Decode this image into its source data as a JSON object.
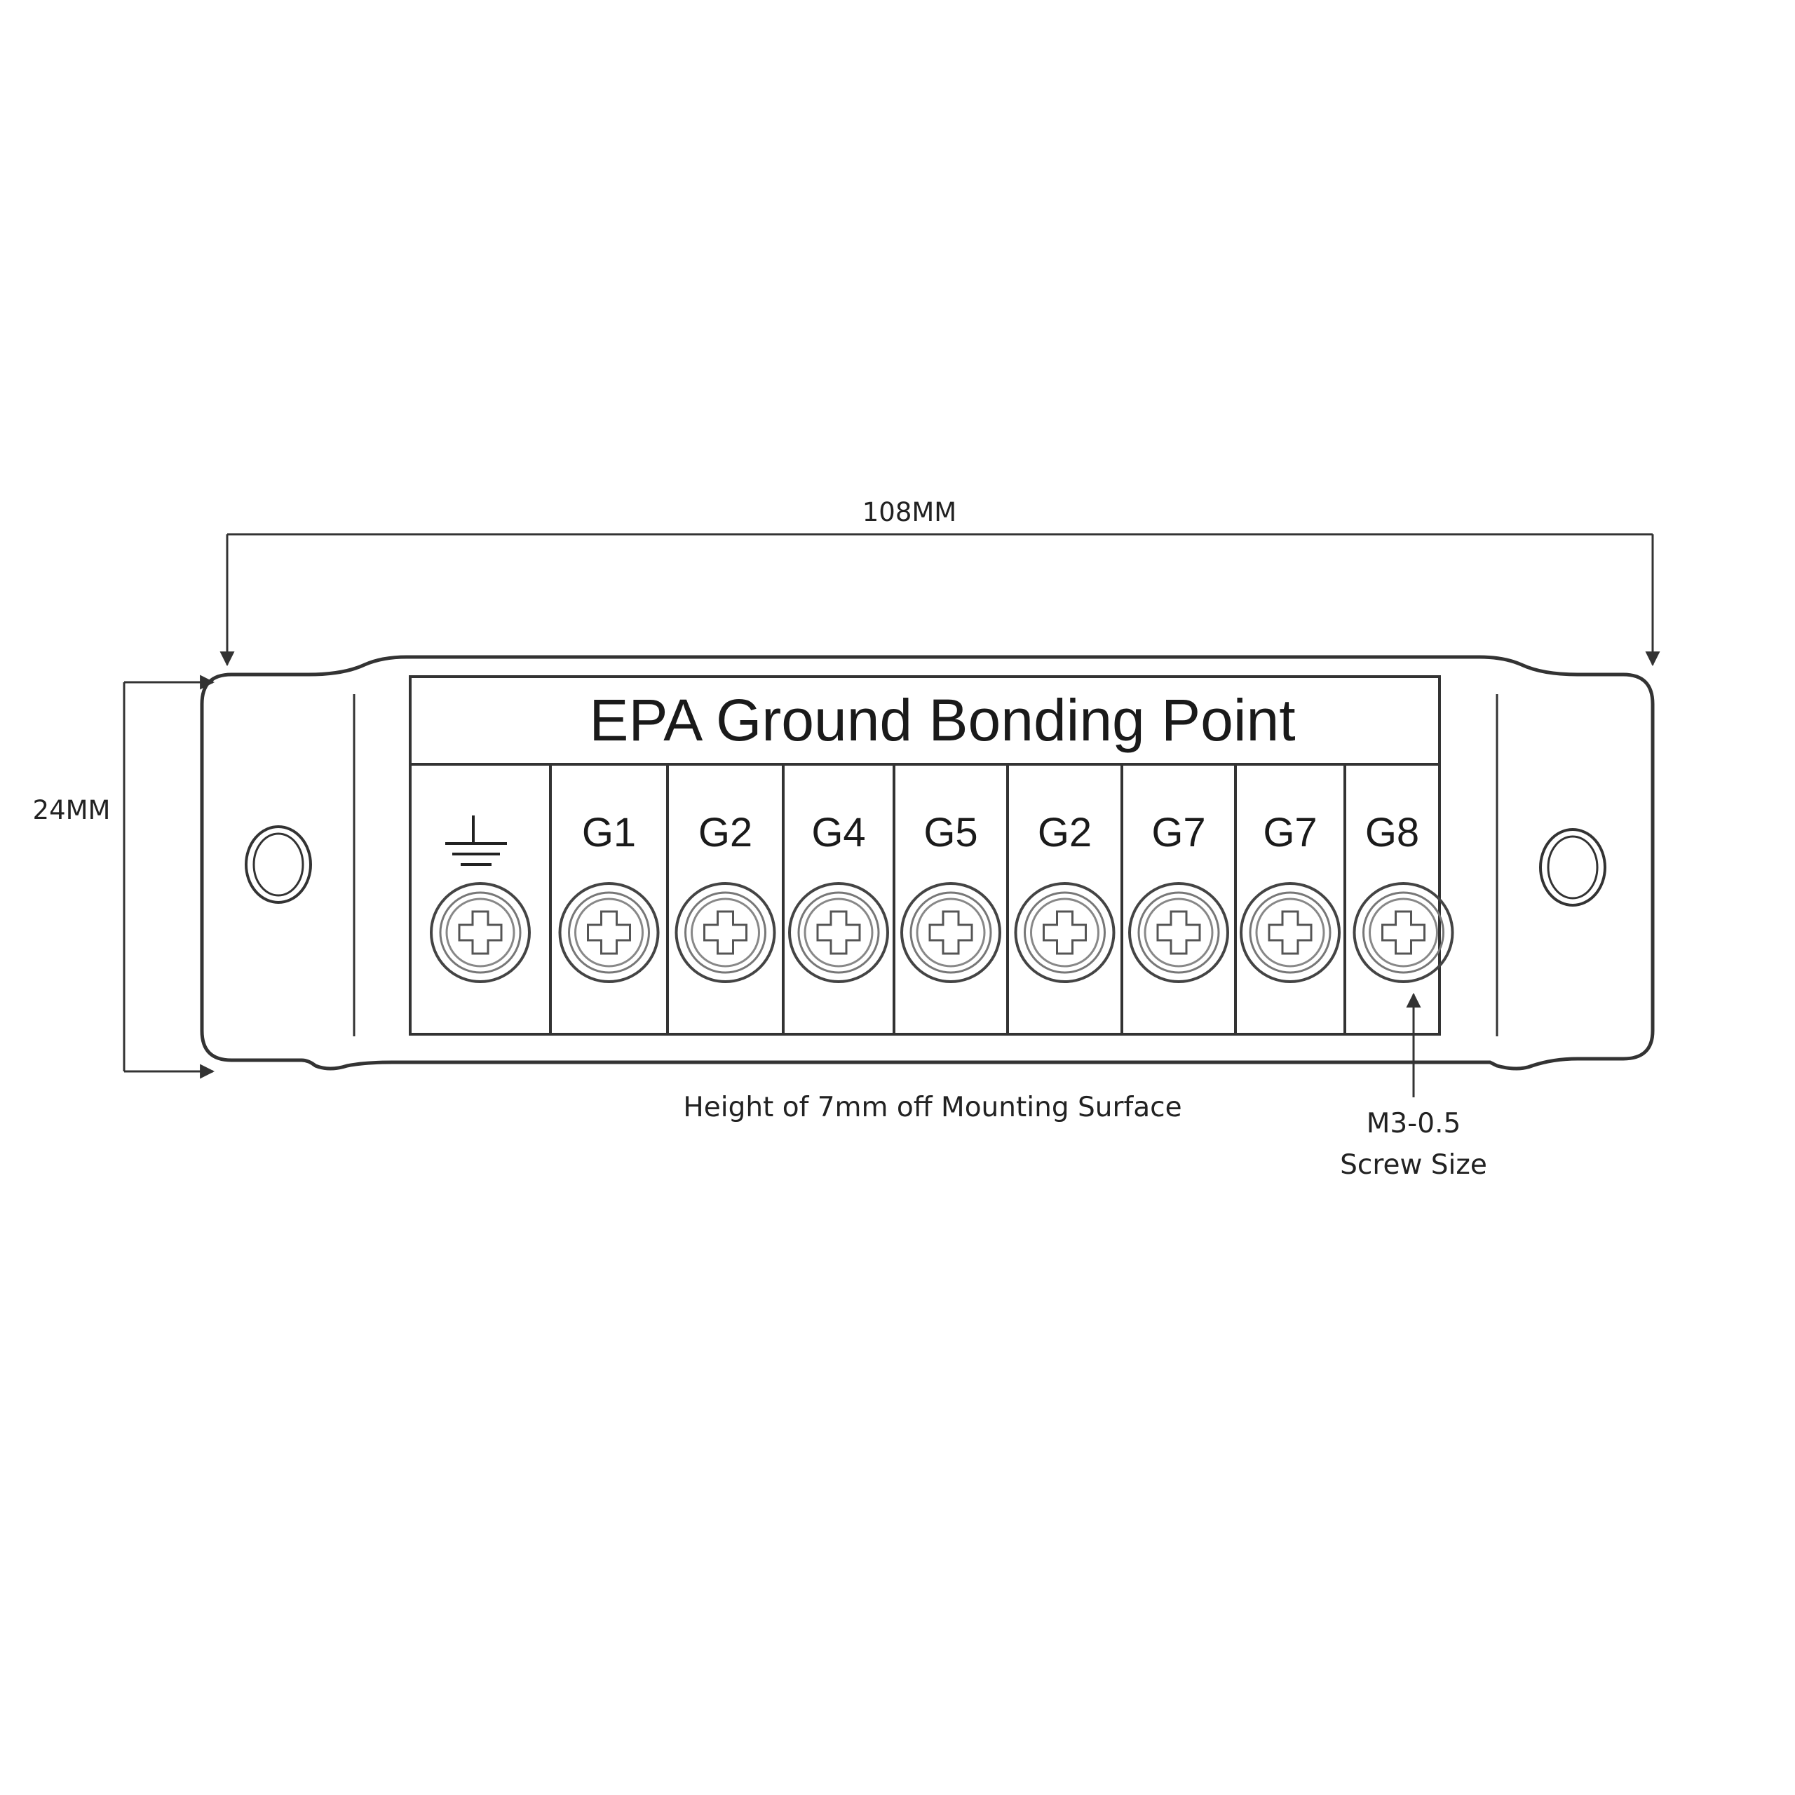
{
  "dimensions": {
    "width_label": "108MM",
    "height_label": "24MM"
  },
  "label_panel": {
    "title": "EPA Ground Bonding Point",
    "terminals": [
      "",
      "G1",
      "G2",
      "G4",
      "G5",
      "G2",
      "G7",
      "G7",
      "G8"
    ]
  },
  "notes": {
    "height_note": "Height of 7mm off Mounting Surface",
    "screw_size_line1": "M3-0.5",
    "screw_size_line2": "Screw Size"
  },
  "icons": {
    "first_terminal": "ground-symbol-icon",
    "screws": "phillips-screw-icon",
    "mounting_holes": "mounting-hole-icon"
  }
}
